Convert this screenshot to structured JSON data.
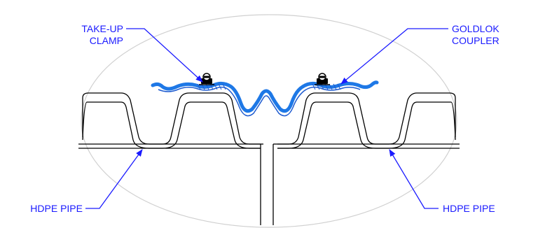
{
  "labels": {
    "take_up_clamp_line1": "TAKE-UP",
    "take_up_clamp_line2": "CLAMP",
    "goldlok_coupler_line1": "GOLDLOK",
    "goldlok_coupler_line2": "COUPLER",
    "hdpe_pipe_left": "HDPE PIPE",
    "hdpe_pipe_right": "HDPE PIPE"
  },
  "colors": {
    "annotation": "#1a1aff",
    "coupler": "#1e78e6",
    "outline": "#000000",
    "detail_ellipse": "#d0d0d0"
  }
}
